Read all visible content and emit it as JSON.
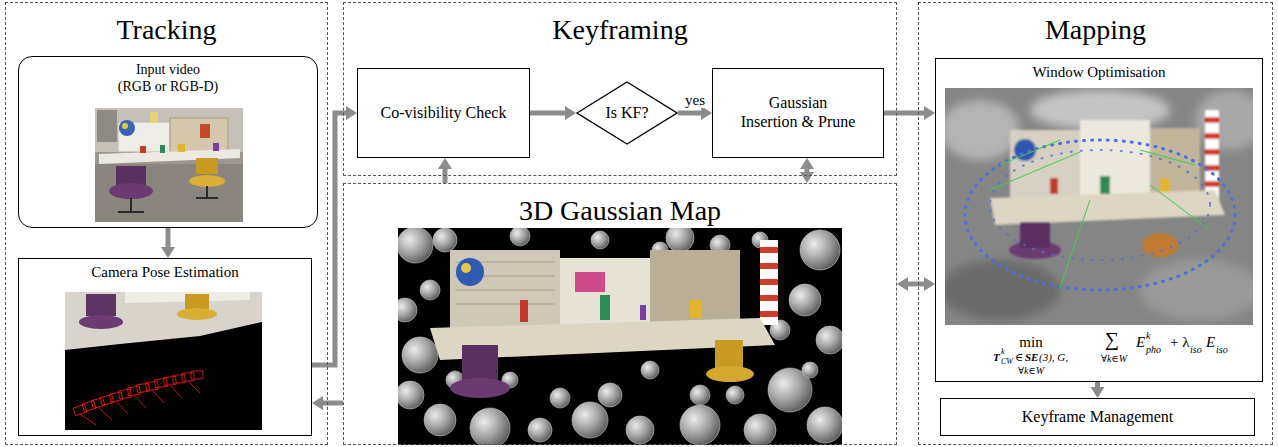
{
  "diagram": {
    "nodes": [
      {
        "text": [
          "Tracking"
        ]
      },
      {
        "text": [
          "Input video",
          "(RGB or RGB-D)"
        ],
        "in": 0
      },
      {
        "text": [
          "Camera Pose Estimation"
        ],
        "in": 0
      },
      {
        "text": [
          "Keyframing"
        ]
      },
      {
        "text": [
          "Co-visibility Check"
        ],
        "in": 3
      },
      {
        "text": [
          "Is KF?"
        ],
        "in": 3
      },
      {
        "text": [
          "Gaussian Insertion & Prune"
        ],
        "in": 3
      },
      {
        "text": [
          "3D Gaussian Map"
        ]
      },
      {
        "text": [
          "Mapping"
        ]
      },
      {
        "text": [
          "Window Optimisation",
          "min",
          "T",
          "k",
          "CW",
          "∈",
          "SE",
          "(3), G,",
          "∀k∈W",
          "∑",
          "∀k∈W",
          "E",
          "k",
          "pho",
          "+ λ",
          "iso",
          "E",
          "iso"
        ],
        "in": 8
      },
      {
        "text": [
          "Keyframe Management"
        ],
        "in": 8
      }
    ],
    "edges": [
      {
        "from": 1,
        "to": 2,
        "arrow": "to"
      },
      {
        "from": 2,
        "to": 4,
        "arrow": "to"
      },
      {
        "from": 7,
        "to": 4,
        "arrow": "to"
      },
      {
        "from": 4,
        "to": 5,
        "arrow": "to"
      },
      {
        "from": 5,
        "to": 6,
        "label": "yes",
        "arrow": "to"
      },
      {
        "from": 6,
        "to": 7,
        "arrow": "both"
      },
      {
        "from": 6,
        "to": 9,
        "arrow": "to"
      },
      {
        "from": 7,
        "to": 9,
        "arrow": "both"
      },
      {
        "from": 9,
        "to": 10,
        "arrow": "to"
      },
      {
        "from": 7,
        "to": 2,
        "arrow": "to"
      }
    ]
  }
}
